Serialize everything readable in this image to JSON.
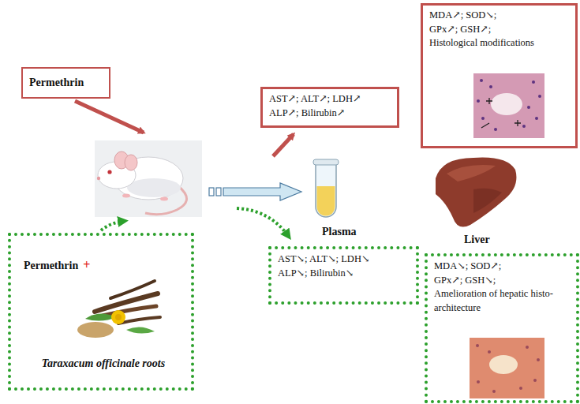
{
  "diagram": {
    "nodes": [
      {
        "text": [
          "Permethrin"
        ]
      },
      {
        "text": [
          "AST↗; ALT↗; LDH↗ ALP↗; Bilirubin↗"
        ]
      },
      {
        "text": [
          "MDA↗; SOD↘; GPx↗; GSH↗;",
          "Histological modifications"
        ]
      },
      {
        "text": [
          "Permethrin",
          "+",
          "Taraxacum officinale roots"
        ]
      },
      {
        "text": [
          "AST↘; ALT↘; LDH↘ ALP↘; Bilirubin↘"
        ]
      },
      {
        "text": [
          "MDA↘; SOD↗; GPx↗; GSH↘;",
          "Amelioration of hepatic histo-architecture"
        ]
      }
    ],
    "labels": [
      "Plasma",
      "Liver"
    ]
  }
}
